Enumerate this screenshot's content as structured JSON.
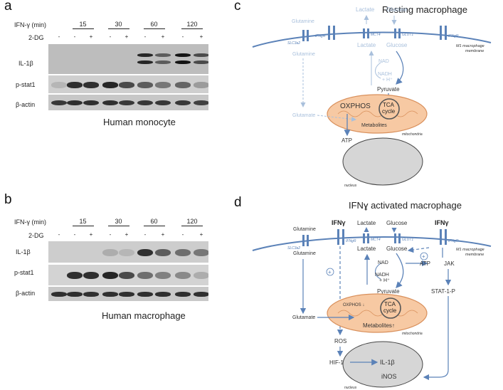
{
  "panel_a": {
    "letter": "a",
    "ifn_label": "IFN-γ (min)",
    "dg_label": "2-DG",
    "timepoints": [
      "15",
      "30",
      "60",
      "120"
    ],
    "treatments": [
      "-",
      "-",
      "+",
      "-",
      "+",
      "-",
      "+",
      "-",
      "+"
    ],
    "rows": [
      "IL-1β",
      "p-stat1",
      "β-actin"
    ],
    "caption": "Human monocyte"
  },
  "panel_b": {
    "letter": "b",
    "ifn_label": "IFN-γ (min)",
    "dg_label": "2-DG",
    "timepoints": [
      "15",
      "30",
      "60",
      "120"
    ],
    "treatments": [
      "-",
      "-",
      "+",
      "-",
      "+",
      "-",
      "+",
      "-",
      "+"
    ],
    "rows": [
      "IL-1β",
      "p-stat1",
      "β-actin"
    ],
    "caption": "Human macrophage"
  },
  "panel_c": {
    "letter": "c",
    "title": "Resting macrophage",
    "glutamine": "Glutamine",
    "lactate": "Lactate",
    "glucose": "Glucose",
    "slc3a2": "SLC3a2",
    "ifngr": "IFNgR",
    "mct4": "MCT4",
    "glut1": "GLUT1",
    "membrane": "M1 macrophage\nmembrane",
    "glutamine_in": "Glutamine",
    "lactate_in": "Lactate",
    "glucose_in": "Glucose",
    "nad": "NAD",
    "nadh": "NADH\n+ H⁺",
    "pyruvate": "Pyruvate",
    "oxphos": "OXPHOS",
    "tca": "TCA\ncycle",
    "glutamate": "Glutamate",
    "metabolites": "Metabolites",
    "mitochondria": "mitochondria",
    "atp": "ATP",
    "nucleus": "nucleus"
  },
  "panel_d": {
    "letter": "d",
    "title": "IFNɣ activated macrophage",
    "ifng_left": "IFNγ",
    "ifng_right": "IFNγ",
    "glutamine": "Glutamine",
    "lactate": "Lactate",
    "glucose": "Glucose",
    "slc3a2": "SLC3a2",
    "ifngr": "IFNgR",
    "mct4": "MCT4",
    "glut1": "GLUT1",
    "membrane": "M1 macrophage\nmembrane",
    "glutamine_in": "Glutamine",
    "lactate_in": "Lactate",
    "glucose_in": "Glucose",
    "nad": "NAD",
    "nadh": "NADH\n+ H⁺",
    "pyruvate": "Pyruvate",
    "atp": "ATP",
    "jak": "JAK",
    "stat1p": "STAT-1-P",
    "oxphos": "OXPHOS ↓",
    "tca": "TCA\ncycle",
    "glutamate": "Glutamate",
    "metabolites": "Metabolites↑",
    "mitochondria": "mitochondria",
    "ros": "ROS",
    "hif": "HIF-1α",
    "il1b": "IL-1β",
    "inos": "iNOS",
    "nucleus": "nucleus",
    "plus": "+"
  },
  "colors": {
    "pathway": "#5b82b8",
    "faded": "#a9c0dc",
    "mito_fill": "#f7c9a3",
    "mito_stroke": "#d9905c",
    "nucleus_fill": "#d6d6d6"
  }
}
